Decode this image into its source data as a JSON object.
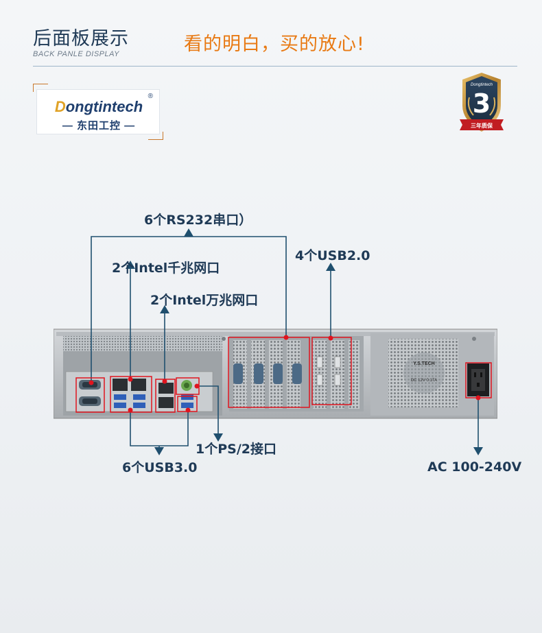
{
  "header": {
    "title": "后面板展示",
    "subtitle": "BACK PANLE DISPLAY",
    "slogan": "看的明白，买的放心!"
  },
  "logo": {
    "brand_en": "ongtintech",
    "brand_en_initial": "D",
    "registered": "®",
    "brand_cn": "— 东田工控 —"
  },
  "badge": {
    "number": "3",
    "brand": "Dongtintech",
    "ribbon": "三年质保"
  },
  "labels": {
    "rs232": "6个RS232串口）",
    "intel_gigabit": "2个Intel千兆网口",
    "intel_10g": "2个Intel万兆网口",
    "usb2": "4个USB2.0",
    "ps2": "1个PS/2接口",
    "usb3": "6个USB3.0",
    "ac": "AC 100-240V"
  },
  "psu_text": {
    "brand": "Y.S.TECH",
    "spec": "DC 12V  0.17A"
  },
  "colors": {
    "title": "#1f3a56",
    "accent": "#e87a14",
    "callout_line": "#1f4f6e",
    "highlight": "#e0141e"
  }
}
